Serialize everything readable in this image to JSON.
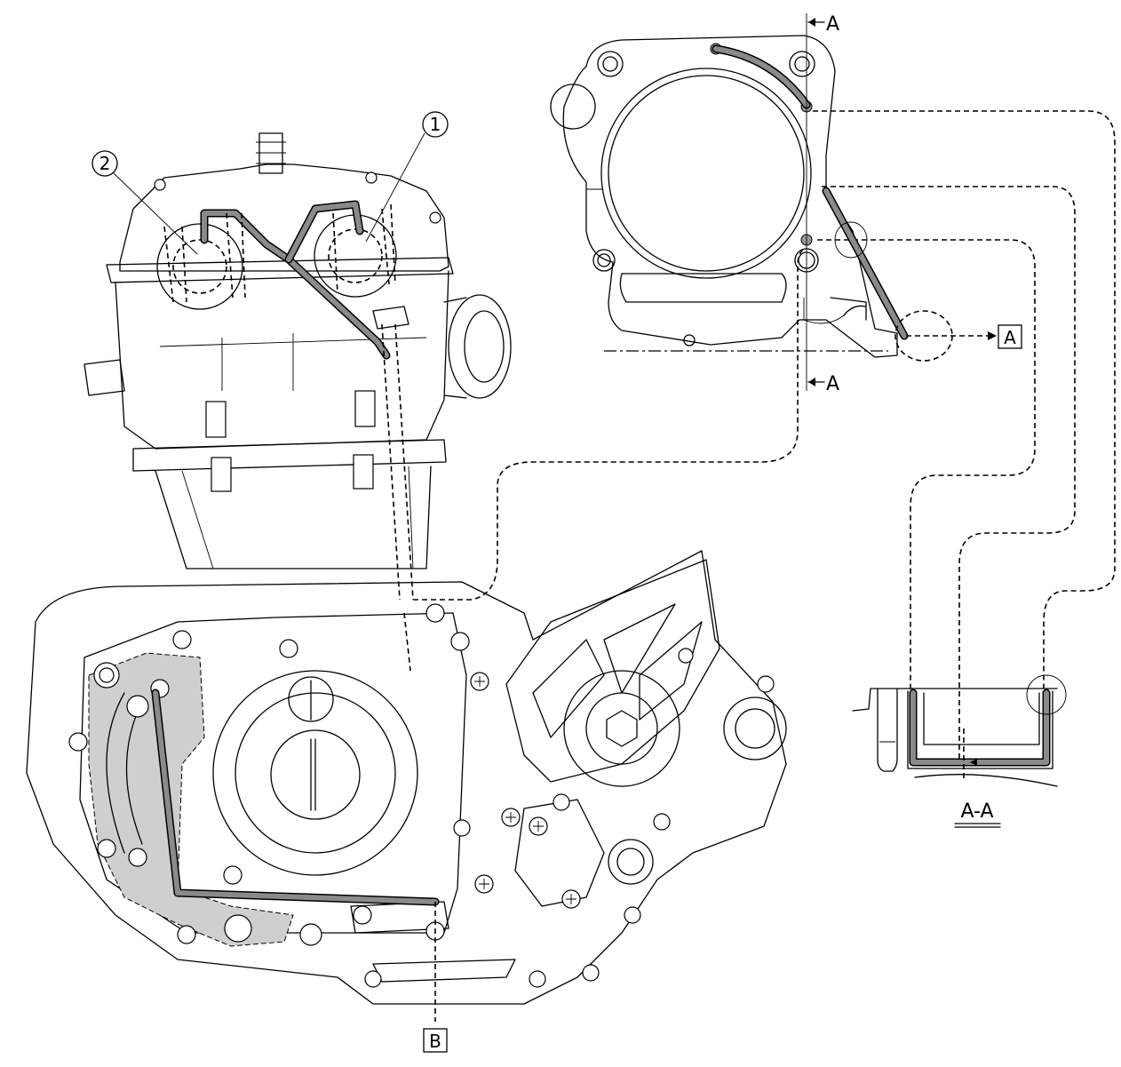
{
  "callouts": [
    {
      "id": "1",
      "label": "1"
    },
    {
      "id": "2",
      "label": "2"
    }
  ],
  "section_marks": {
    "top": "A",
    "bottom": "A",
    "section_label": "A-A"
  },
  "boxed_labels": {
    "a": "A",
    "b": "B"
  },
  "colors": {
    "line": "#000000",
    "oil_path": "#8a8a8a",
    "shaded_area": "#cfcfcf",
    "background": "#ffffff"
  }
}
